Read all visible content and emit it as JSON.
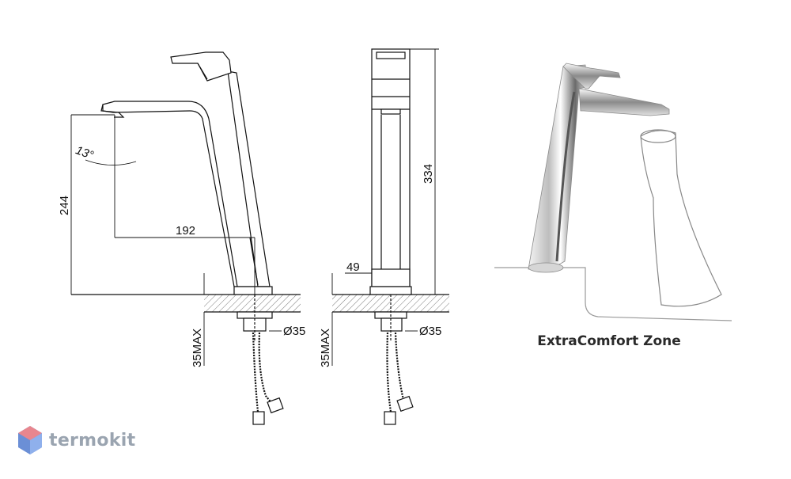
{
  "dimensions": {
    "angle": "13°",
    "height_outlet": "244",
    "reach": "192",
    "total_height": "334",
    "body_width": "49",
    "hole_diameter_side": "Ø35",
    "hole_diameter_front": "Ø35",
    "max_thickness_side": "35MAX",
    "max_thickness_front": "35MAX"
  },
  "feature": {
    "caption": "ExtraComfort Zone"
  },
  "watermark": {
    "logo_text": "termokit"
  },
  "colors": {
    "line": "#111111",
    "hatch": "#555555",
    "chrome_dark": "#6b6b6b",
    "logo_blue": "#6b8fd6",
    "logo_red": "#e8868e"
  }
}
